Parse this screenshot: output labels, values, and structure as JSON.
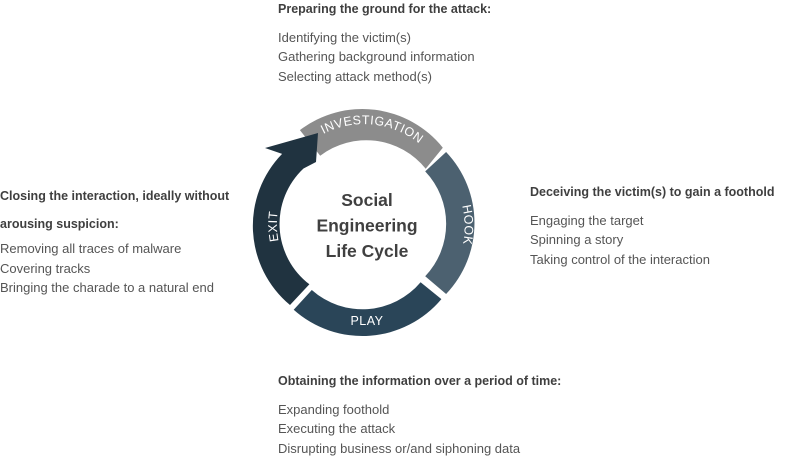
{
  "center": {
    "lines": [
      "Social",
      "Engineering",
      "Life Cycle"
    ]
  },
  "segments": {
    "investigation": {
      "label": "INVESTIGATION",
      "color": "#8c8c8c"
    },
    "hook": {
      "label": "HOOK",
      "color": "#4c6170"
    },
    "play": {
      "label": "PLAY",
      "color": "#2a4558"
    },
    "exit": {
      "label": "EXIT",
      "color": "#203340"
    }
  },
  "investigation_block": {
    "heading": "Preparing the ground for the attack:",
    "items": [
      "Identifying the victim(s)",
      "Gathering background information",
      "Selecting attack method(s)"
    ]
  },
  "hook_block": {
    "heading": "Deceiving the victim(s) to gain a foothold",
    "items": [
      "Engaging the target",
      "Spinning a story",
      "Taking control of the interaction"
    ]
  },
  "play_block": {
    "heading": "Obtaining the information over a period of time:",
    "items": [
      "Expanding foothold",
      "Executing the attack",
      "Disrupting business or/and siphoning data"
    ]
  },
  "exit_block": {
    "heading_lines": [
      "Closing the interaction, ideally without",
      "arousing suspicion:"
    ],
    "items": [
      "Removing all traces of malware",
      "Covering tracks",
      "Bringing the charade to a natural end"
    ]
  }
}
